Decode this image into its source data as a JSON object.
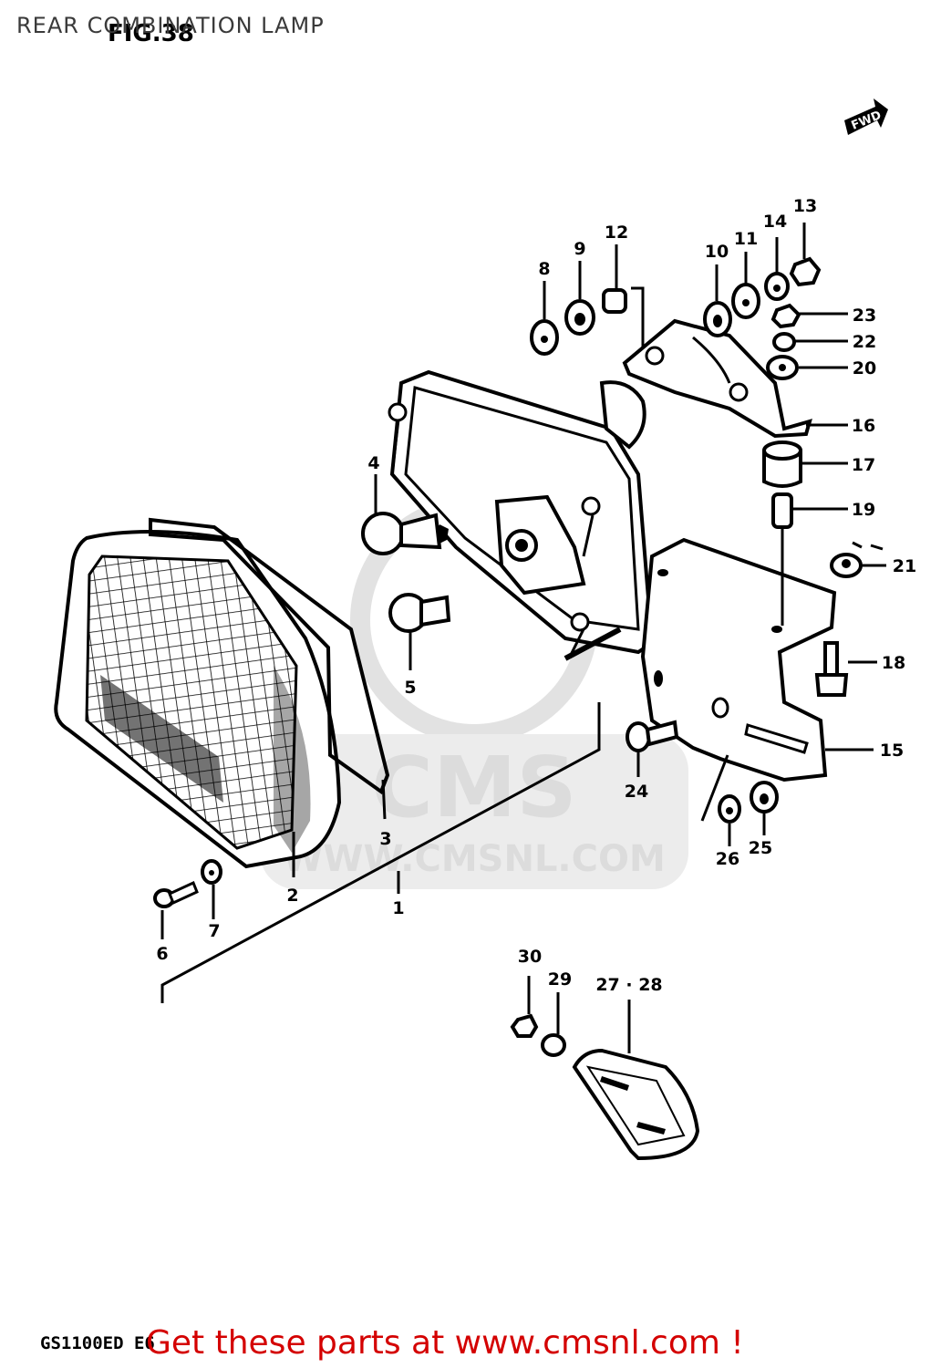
{
  "header": {
    "title": "REAR COMBINATION LAMP",
    "figure_label": "FIG.38"
  },
  "footer": {
    "model_code": "GS1100ED E6",
    "promo": "Get these parts at www.cmsnl.com !"
  },
  "watermark": {
    "brand": "CMS",
    "url": "WWW.CMSNL.COM"
  },
  "direction_marker": "FWD",
  "callouts": {
    "c1": "1",
    "c2": "2",
    "c3": "3",
    "c4": "4",
    "c5": "5",
    "c6": "6",
    "c7": "7",
    "c8": "8",
    "c9": "9",
    "c10": "10",
    "c11": "11",
    "c12": "12",
    "c13": "13",
    "c14": "14",
    "c15": "15",
    "c16": "16",
    "c17": "17",
    "c18": "18",
    "c19": "19",
    "c20": "20",
    "c21": "21",
    "c22": "22",
    "c23": "23",
    "c24": "24",
    "c25": "25",
    "c26": "26",
    "c27_28": "27 · 28",
    "c29": "29",
    "c30": "30"
  },
  "colors": {
    "promo": "#d40000",
    "ink": "#000000",
    "watermark": "#dcdcdc"
  }
}
